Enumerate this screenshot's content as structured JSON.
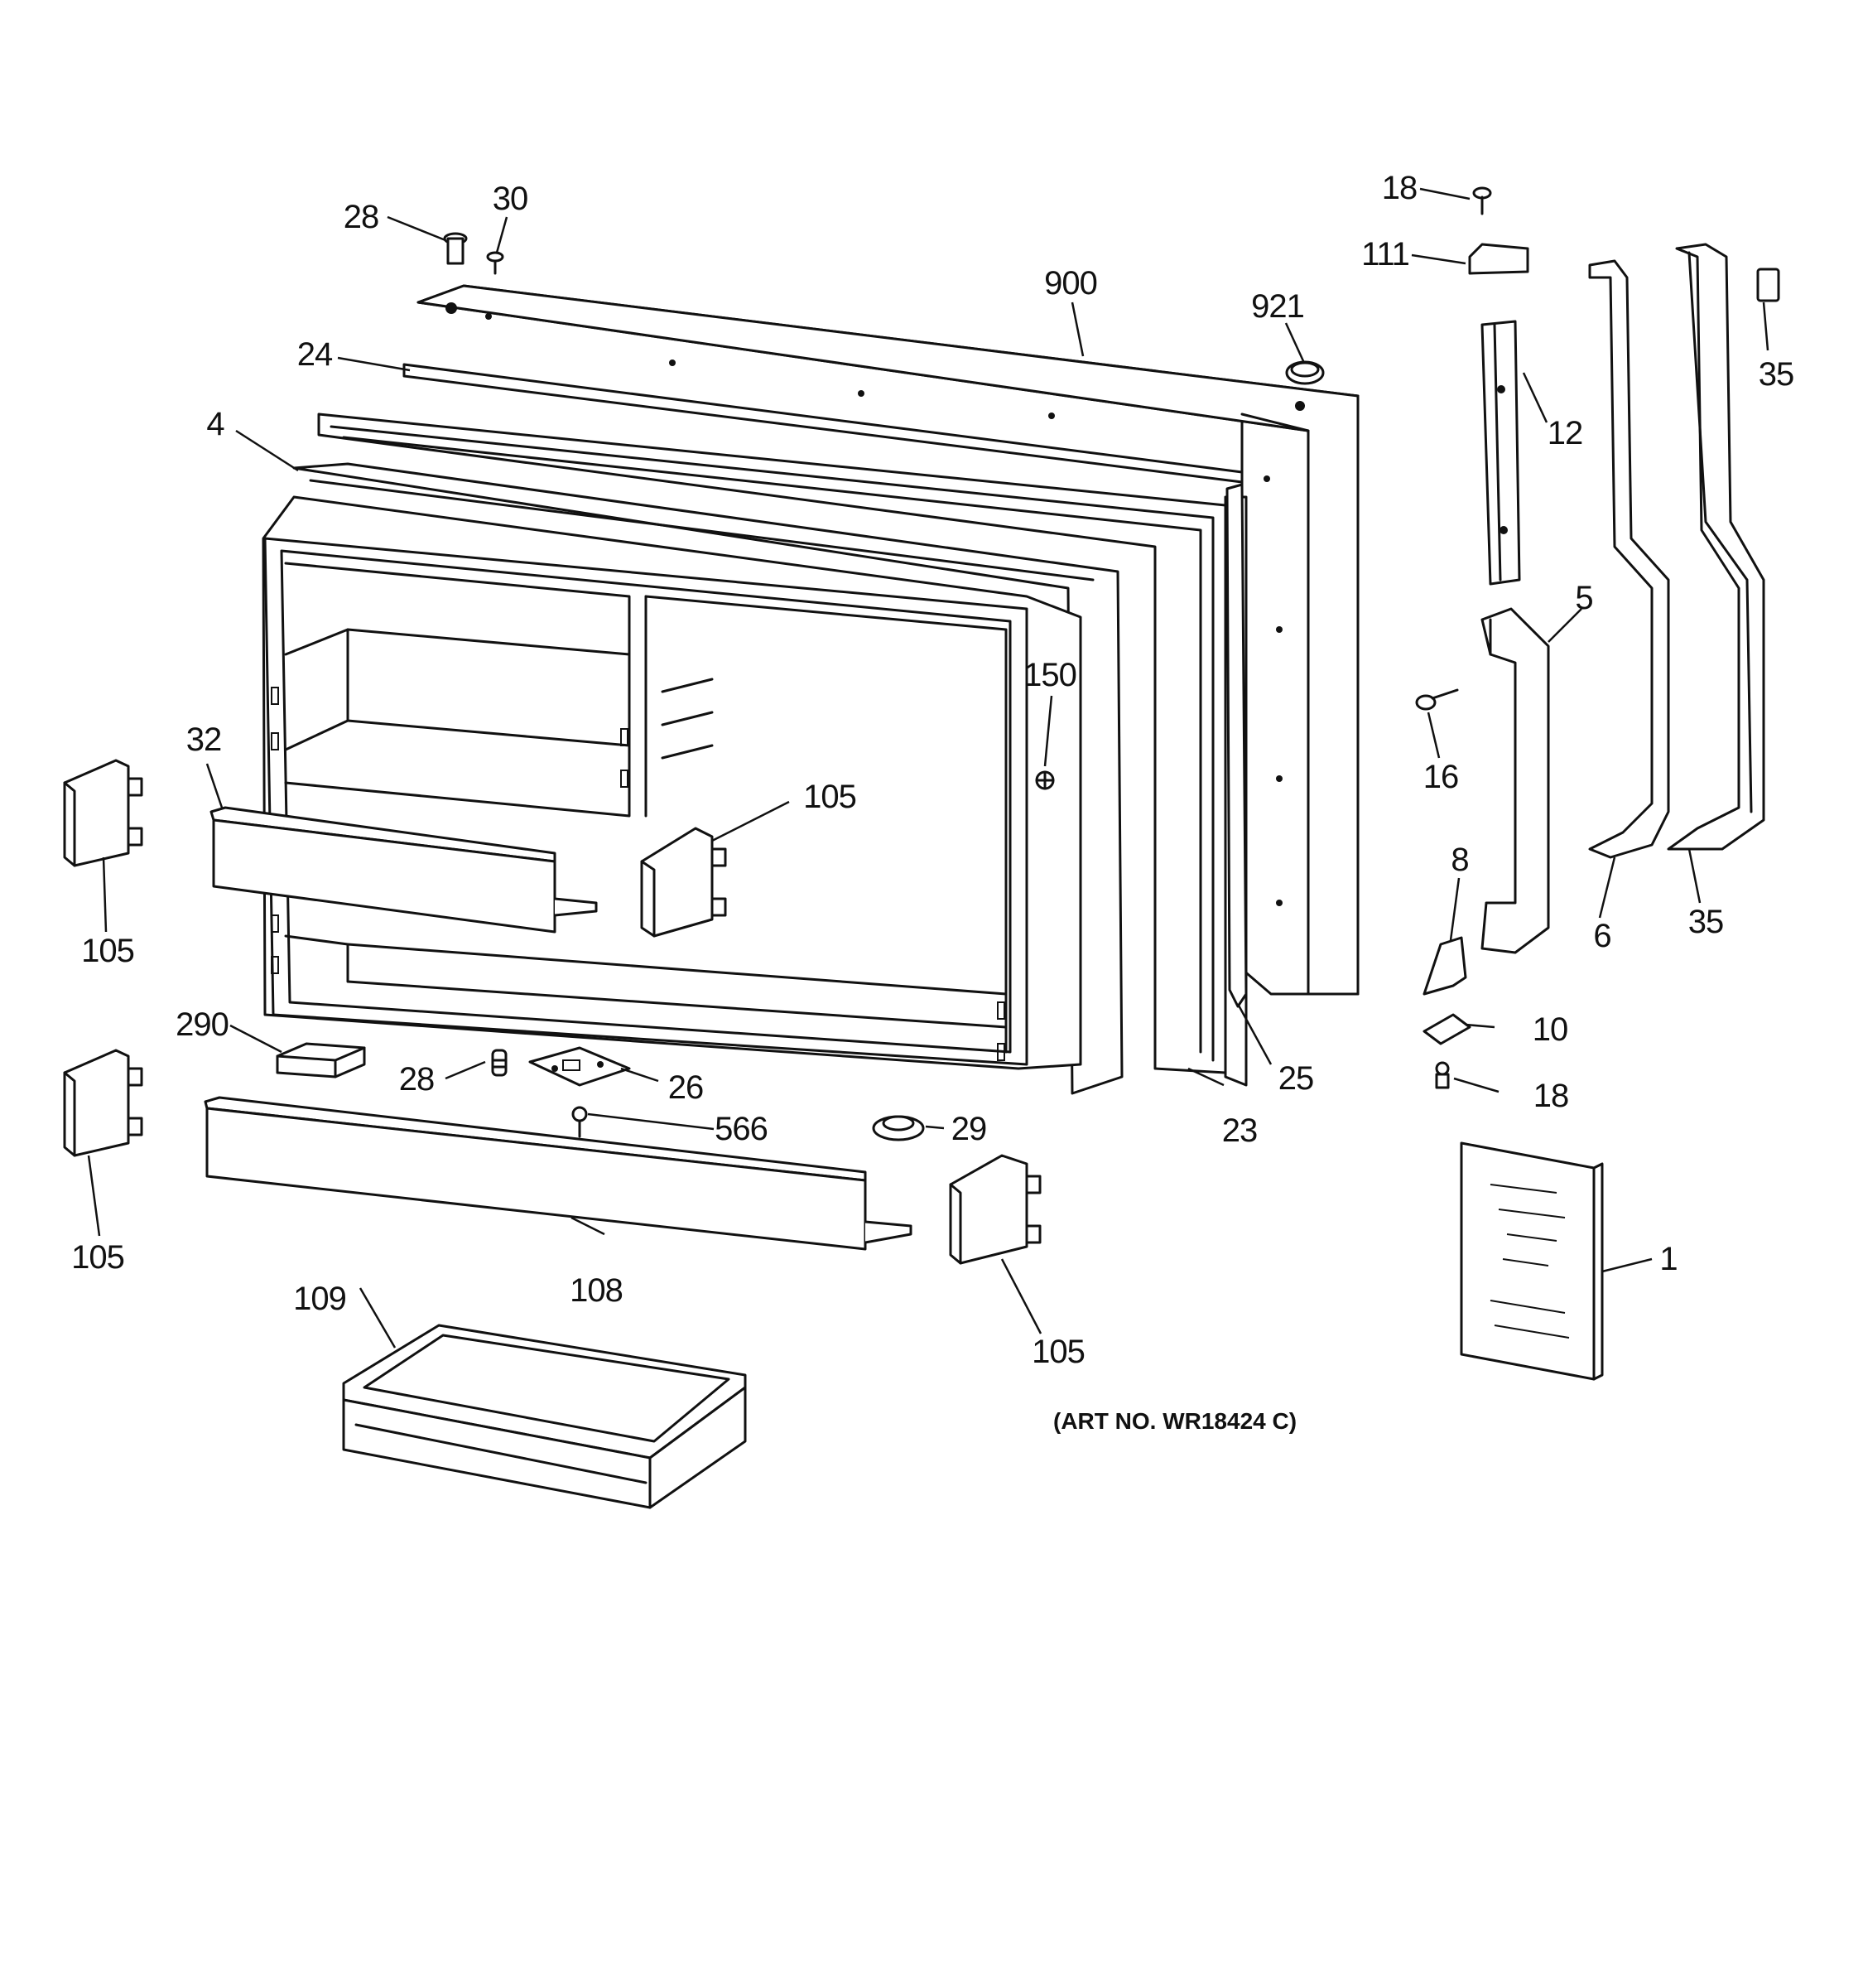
{
  "diagram": {
    "art_number": "(ART NO. WR18424 C)",
    "callouts": [
      {
        "id": "c28a",
        "text": "28"
      },
      {
        "id": "c30",
        "text": "30"
      },
      {
        "id": "c900",
        "text": "900"
      },
      {
        "id": "c921",
        "text": "921"
      },
      {
        "id": "c24",
        "text": "24"
      },
      {
        "id": "c4",
        "text": "4"
      },
      {
        "id": "c32",
        "text": "32"
      },
      {
        "id": "c105a",
        "text": "105"
      },
      {
        "id": "c105b",
        "text": "105"
      },
      {
        "id": "c150",
        "text": "150"
      },
      {
        "id": "c290",
        "text": "290"
      },
      {
        "id": "c28b",
        "text": "28"
      },
      {
        "id": "c26",
        "text": "26"
      },
      {
        "id": "c566",
        "text": "566"
      },
      {
        "id": "c29",
        "text": "29"
      },
      {
        "id": "c23",
        "text": "23"
      },
      {
        "id": "c25",
        "text": "25"
      },
      {
        "id": "c105c",
        "text": "105"
      },
      {
        "id": "c108",
        "text": "108"
      },
      {
        "id": "c109",
        "text": "109"
      },
      {
        "id": "c105d",
        "text": "105"
      },
      {
        "id": "c18a",
        "text": "18"
      },
      {
        "id": "c111",
        "text": "111"
      },
      {
        "id": "c12",
        "text": "12"
      },
      {
        "id": "c35a",
        "text": "35"
      },
      {
        "id": "c5",
        "text": "5"
      },
      {
        "id": "c16",
        "text": "16"
      },
      {
        "id": "c8",
        "text": "8"
      },
      {
        "id": "c6",
        "text": "6"
      },
      {
        "id": "c35b",
        "text": "35"
      },
      {
        "id": "c10",
        "text": "10"
      },
      {
        "id": "c18b",
        "text": "18"
      },
      {
        "id": "c1",
        "text": "1"
      }
    ]
  }
}
